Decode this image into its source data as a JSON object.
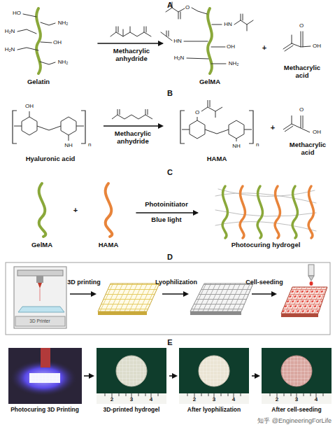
{
  "diagram": {
    "labels": [
      "A",
      "HO",
      "H₂N",
      "H₂N",
      "NH₂",
      "OH",
      "NH₂",
      "Gelatin",
      "Methacrylic anhydride",
      "O",
      "HN",
      "HN",
      "H₂N",
      "OH",
      "NH₂",
      "GelMA",
      "+",
      "O",
      "OH",
      "Methacrylic acid",
      "B",
      "OH",
      "NH",
      "n",
      "Hyaluronic acid",
      "Methacrylic anhydride",
      "O",
      "NH",
      "n",
      "HAMA",
      "+",
      "O",
      "OH",
      "Methacrylic acid",
      "C",
      "+",
      "GelMA",
      "HAMA",
      "Photoinitiator",
      "Blue light",
      "Photocuring hydrogel",
      "D",
      "3D printing",
      "Lyophilization",
      "Cell-seeding",
      "3D Printer",
      "E",
      "2",
      "3",
      "4",
      "2",
      "3",
      "4",
      "2",
      "3",
      "4",
      "Photocuring 3D Printing",
      "3D-printed hydrogel",
      "After lyophilization",
      "After cell-seeding",
      "知乎 @EngineeringForLife"
    ]
  }
}
